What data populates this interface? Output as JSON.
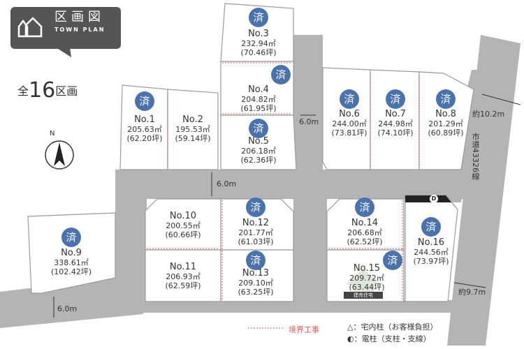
{
  "header": {
    "title": "区画図",
    "subtitle": "TOWN PLAN",
    "count_prefix": "全",
    "count": "16",
    "count_suffix": "区画"
  },
  "colors": {
    "road": "#b4b4b4",
    "badge": "#4a72ad",
    "boundary": "#e05a5a",
    "header_bg": "#555555"
  },
  "sold_mark": "済",
  "lots": [
    {
      "no": "No.1",
      "area": "205.63㎡",
      "tsubo": "(62.20坪)",
      "sold": true
    },
    {
      "no": "No.2",
      "area": "195.53㎡",
      "tsubo": "(59.14坪)",
      "sold": false
    },
    {
      "no": "No.3",
      "area": "232.94㎡",
      "tsubo": "(70.46坪)",
      "sold": true
    },
    {
      "no": "No.4",
      "area": "204.82㎡",
      "tsubo": "(61.95坪)",
      "sold": true
    },
    {
      "no": "No.5",
      "area": "206.18㎡",
      "tsubo": "(62.36坪)",
      "sold": true
    },
    {
      "no": "No.6",
      "area": "244.00㎡",
      "tsubo": "(73.81坪)",
      "sold": true
    },
    {
      "no": "No.7",
      "area": "244.98㎡",
      "tsubo": "(74.10坪)",
      "sold": true
    },
    {
      "no": "No.8",
      "area": "201.29㎡",
      "tsubo": "(60.89坪)",
      "sold": true
    },
    {
      "no": "No.9",
      "area": "338.61㎡",
      "tsubo": "(102.42坪)",
      "sold": true
    },
    {
      "no": "No.10",
      "area": "200.55㎡",
      "tsubo": "(60.66坪)",
      "sold": false
    },
    {
      "no": "No.11",
      "area": "206.93㎡",
      "tsubo": "(62.59坪)",
      "sold": false
    },
    {
      "no": "No.12",
      "area": "201.77㎡",
      "tsubo": "(61.03坪)",
      "sold": true
    },
    {
      "no": "No.13",
      "area": "209.10㎡",
      "tsubo": "(63.25坪)",
      "sold": true
    },
    {
      "no": "No.14",
      "area": "206.68㎡",
      "tsubo": "(62.52坪)",
      "sold": true
    },
    {
      "no": "No.15",
      "area": "209.72㎡",
      "tsubo": "(63.44坪)",
      "sold": true,
      "tag": "建売住宅"
    },
    {
      "no": "No.16",
      "area": "244.56㎡",
      "tsubo": "(73.97坪)",
      "sold": true
    }
  ],
  "roads": {
    "width_a": "6.0m",
    "width_b": "6.0m",
    "width_c": "6.0m",
    "right_top": "約10.2m",
    "right_bottom": "約9.7m",
    "city_road": "市道43326線"
  },
  "compass": "N",
  "marker_d": "D",
  "legend": {
    "boundary": "境界工事",
    "triangle": "△：宅内柱（お客様負担）",
    "pole": "◐：電柱（支柱・支線）"
  }
}
